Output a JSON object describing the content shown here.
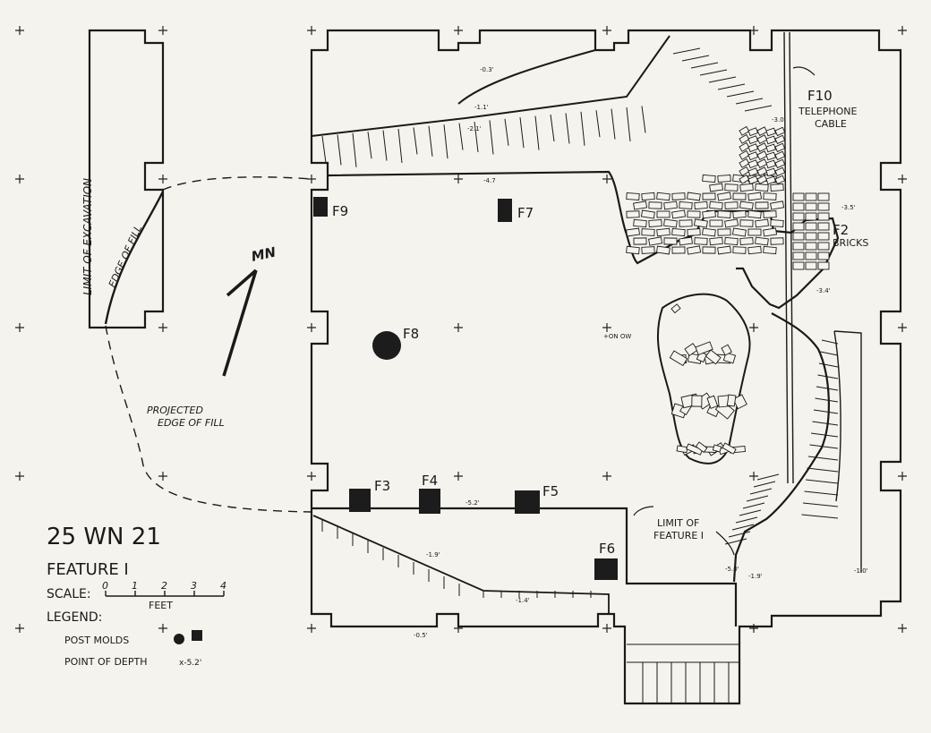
{
  "site": {
    "number": "25 WN 21",
    "feature": "FEATURE I"
  },
  "scale": {
    "label": "SCALE:",
    "ticks": [
      "0",
      "1",
      "2",
      "3",
      "4"
    ],
    "unit": "FEET"
  },
  "legend": {
    "label": "LEGEND:",
    "post_molds": "POST MOLDS",
    "point_of_depth": "POINT OF DEPTH",
    "depth_sample": "x-5.2'"
  },
  "north": "MN",
  "annotations": {
    "limit_of_excavation": "LIMIT OF EXCAVATION",
    "edge_of_fill": "EDGE OF FILL",
    "projected_edge_1": "PROJECTED",
    "projected_edge_2": "EDGE OF FILL",
    "f10": "F10",
    "telephone": "TELEPHONE",
    "cable": "CABLE",
    "f2": "F2",
    "bricks": "BRICKS",
    "limit_feature_1": "LIMIT OF",
    "limit_feature_2": "FEATURE I",
    "datum": "+ON OW"
  },
  "features": [
    "F3",
    "F4",
    "F5",
    "F6",
    "F7",
    "F8",
    "F9"
  ],
  "depths": [
    "-0.3'",
    "-1.1'",
    "-2.1'",
    "-3.0'",
    "-4.7",
    "-3.5'",
    "-3.4'",
    "-5.2'",
    "-1.9'",
    "-1.4'",
    "-0.5'",
    "-5.0'",
    "-1.9'",
    "-1.0'"
  ]
}
